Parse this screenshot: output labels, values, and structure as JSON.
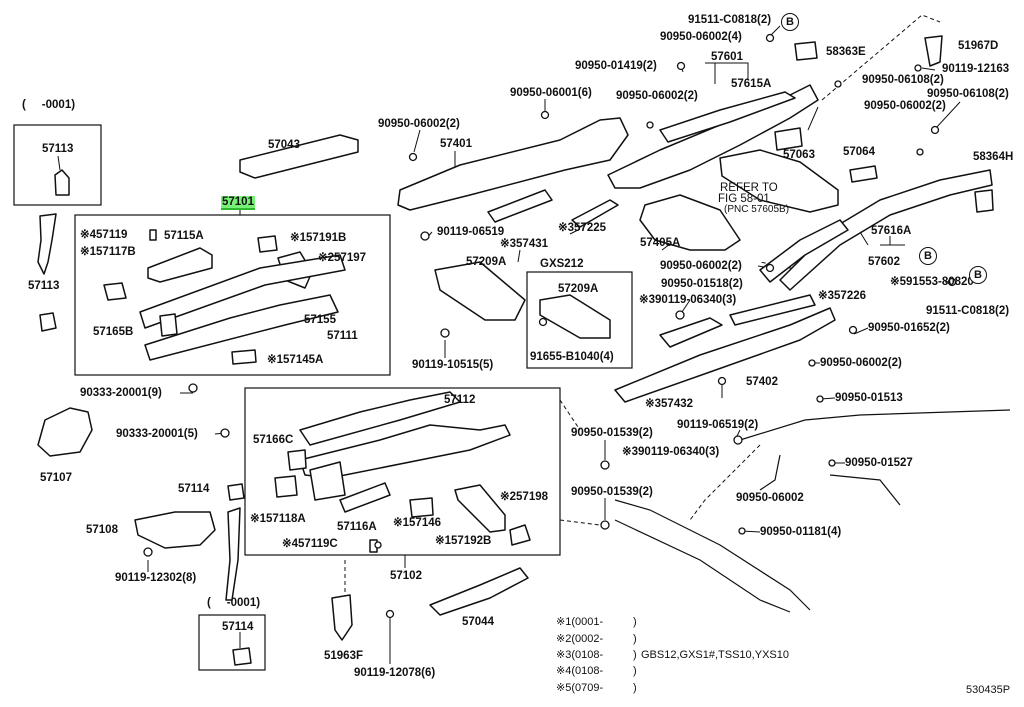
{
  "diagram": {
    "highlighted_part": "57101",
    "ref_code": "530435P",
    "refer": {
      "line1": "REFER TO",
      "line2": "FIG 58-01",
      "line3": "(PNC 57605B)"
    },
    "markers": [
      "B",
      "B",
      "B"
    ],
    "callouts": [
      "(     -0001)",
      "57113",
      "57113",
      "※457119",
      "57115A",
      "※157191B",
      "※157117B",
      "※257197",
      "57155",
      "57165B",
      "57111",
      "※157145A",
      "90333-20001(9)",
      "57107",
      "90333-20001(5)",
      "57112",
      "57166C",
      "※157118A",
      "57116A",
      "※157146",
      "※257198",
      "※157192B",
      "※457119C",
      "57114",
      "57108",
      "90119-12302(8)",
      "57102",
      "(     -0001)",
      "57114",
      "51963F",
      "90119-12078(6)",
      "57044",
      "57043",
      "90950-06002(2)",
      "57401",
      "90950-06001(6)",
      "90119-06519",
      "※357431",
      "※357225",
      "57405A",
      "57209A",
      "GXS212",
      "57209A",
      "91655-B1040(4)",
      "90119-10515(5)",
      "91511-C0818(2)",
      "90950-06002(4)",
      "58363E",
      "51967D",
      "90119-12163",
      "90950-01419(2)",
      "57601",
      "57615A",
      "90950-06108(2)",
      "90950-06108(2)",
      "90950-06002(2)",
      "90950-06002(2)",
      "57063",
      "57064",
      "58364H",
      "57616A",
      "57602",
      "90950-06002(2)",
      "※591553-80820",
      "91511-C0818(2)",
      "90950-01518(2)",
      "※357226",
      "※390119-06340(3)",
      "90950-01652(2)",
      "90950-06002(2)",
      "57402",
      "90950-01513",
      "※357432",
      "90119-06519(2)",
      "90950-01539(2)",
      "※390119-06340(3)",
      "90950-01527",
      "90950-06002",
      "90950-01539(2)",
      "90950-01181(4)"
    ],
    "notes": [
      {
        "code": "※1(0001-",
        "close": ")"
      },
      {
        "code": "※2(0002-",
        "close": ")"
      },
      {
        "code": "※3(0108-",
        "close": ")",
        "models": "GBS12,GXS1#,TSS10,YXS10"
      },
      {
        "code": "※4(0108-",
        "close": ")"
      },
      {
        "code": "※5(0709-",
        "close": ")"
      }
    ]
  },
  "colors": {
    "ink": "#111111",
    "background": "#ffffff",
    "highlight": "#78f078"
  }
}
